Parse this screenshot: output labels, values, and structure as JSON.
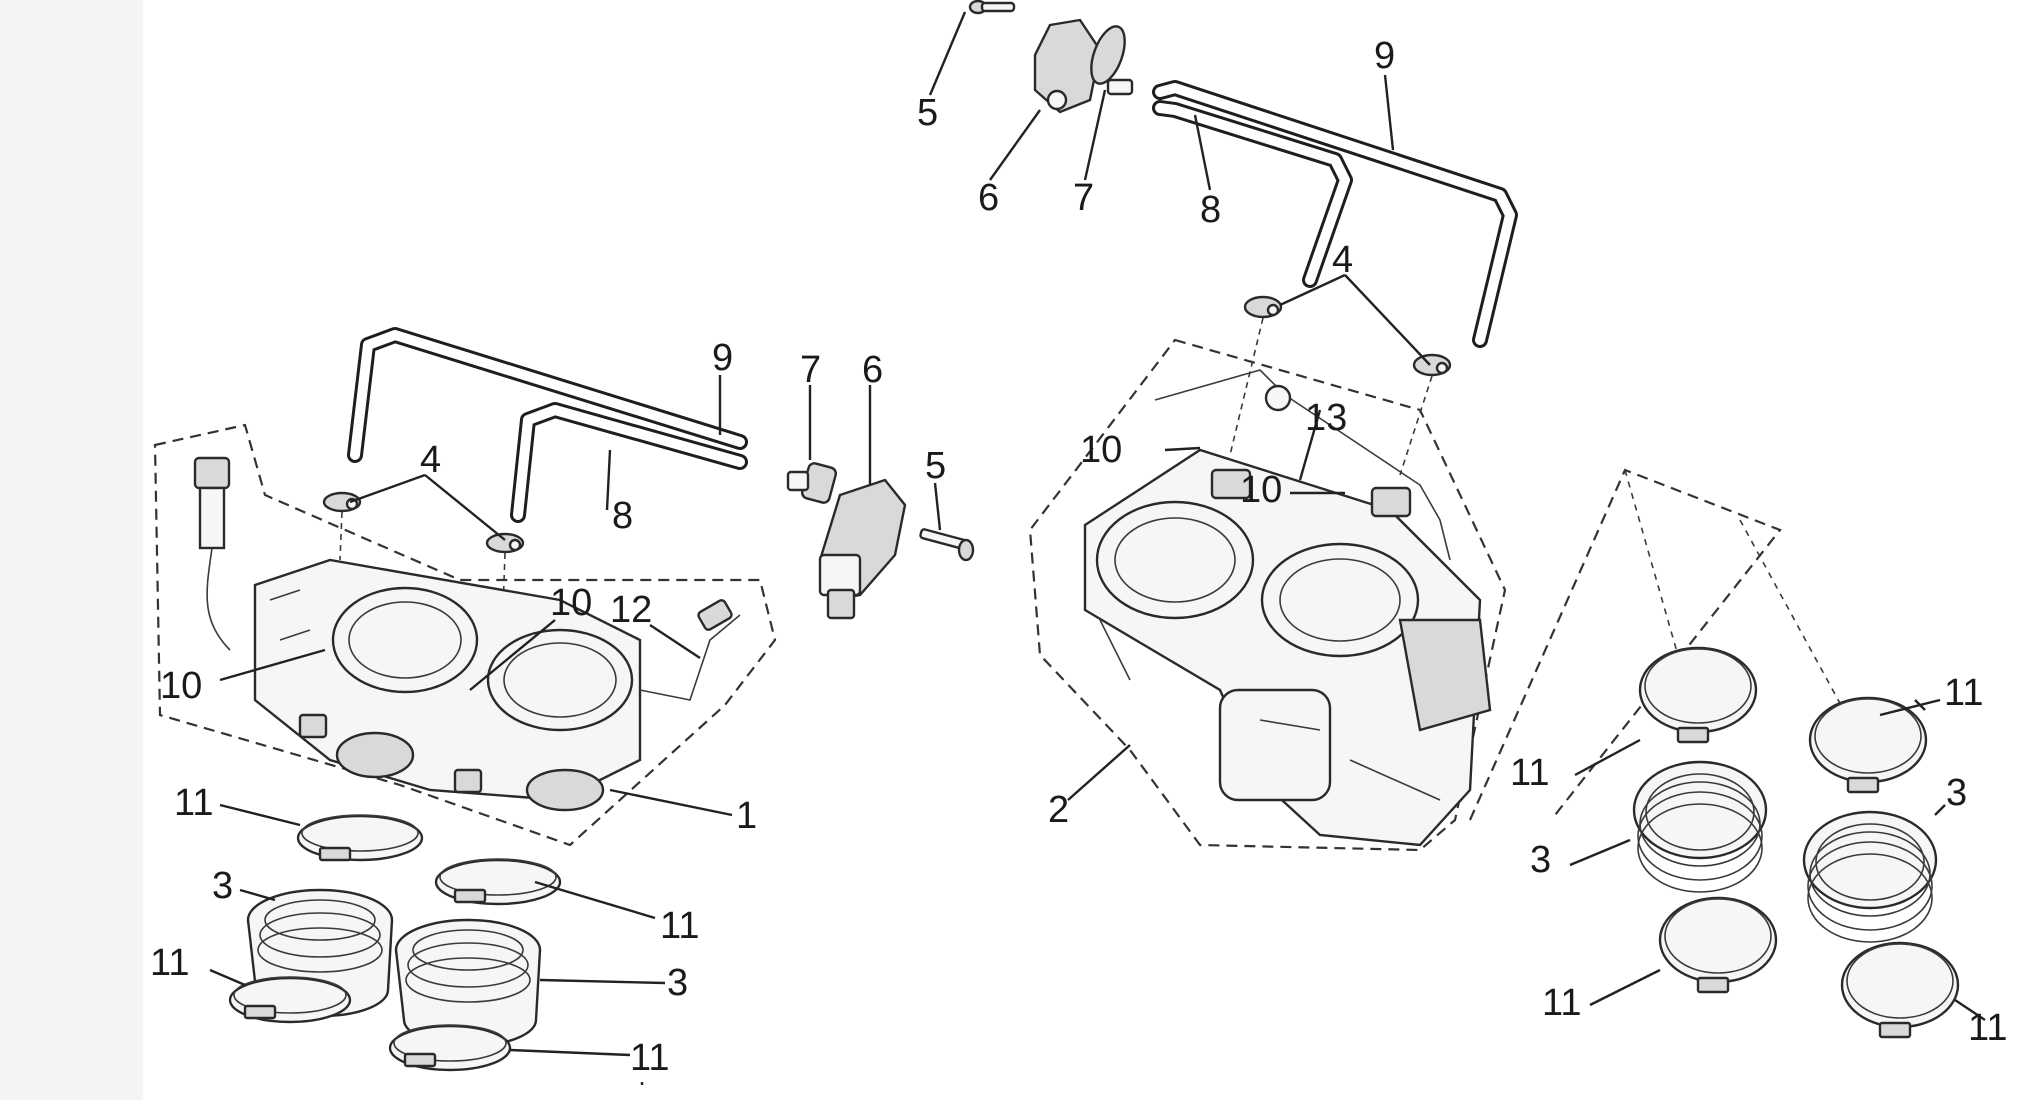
{
  "labels": {
    "l1": "1",
    "l2": "2",
    "l3a": "3",
    "l3b": "3",
    "l3c": "3",
    "l3d": "3",
    "l4a": "4",
    "l4b": "4",
    "l5a": "5",
    "l5b": "5",
    "l6a": "6",
    "l6b": "6",
    "l7a": "7",
    "l7b": "7",
    "l8a": "8",
    "l8b": "8",
    "l9a": "9",
    "l9b": "9",
    "l10a": "10",
    "l10b": "10",
    "l10c": "10",
    "l10d": "10",
    "l11a": "11",
    "l11b": "11",
    "l11c": "11",
    "l11d": "11",
    "l11e": "11",
    "l11f": "11",
    "l11g": "11",
    "l11h": "11",
    "l12": "12",
    "l13": "13"
  },
  "colors": {
    "ink": "#1a1a1a",
    "background": "#ffffff",
    "margin": "#f4f4f4"
  }
}
